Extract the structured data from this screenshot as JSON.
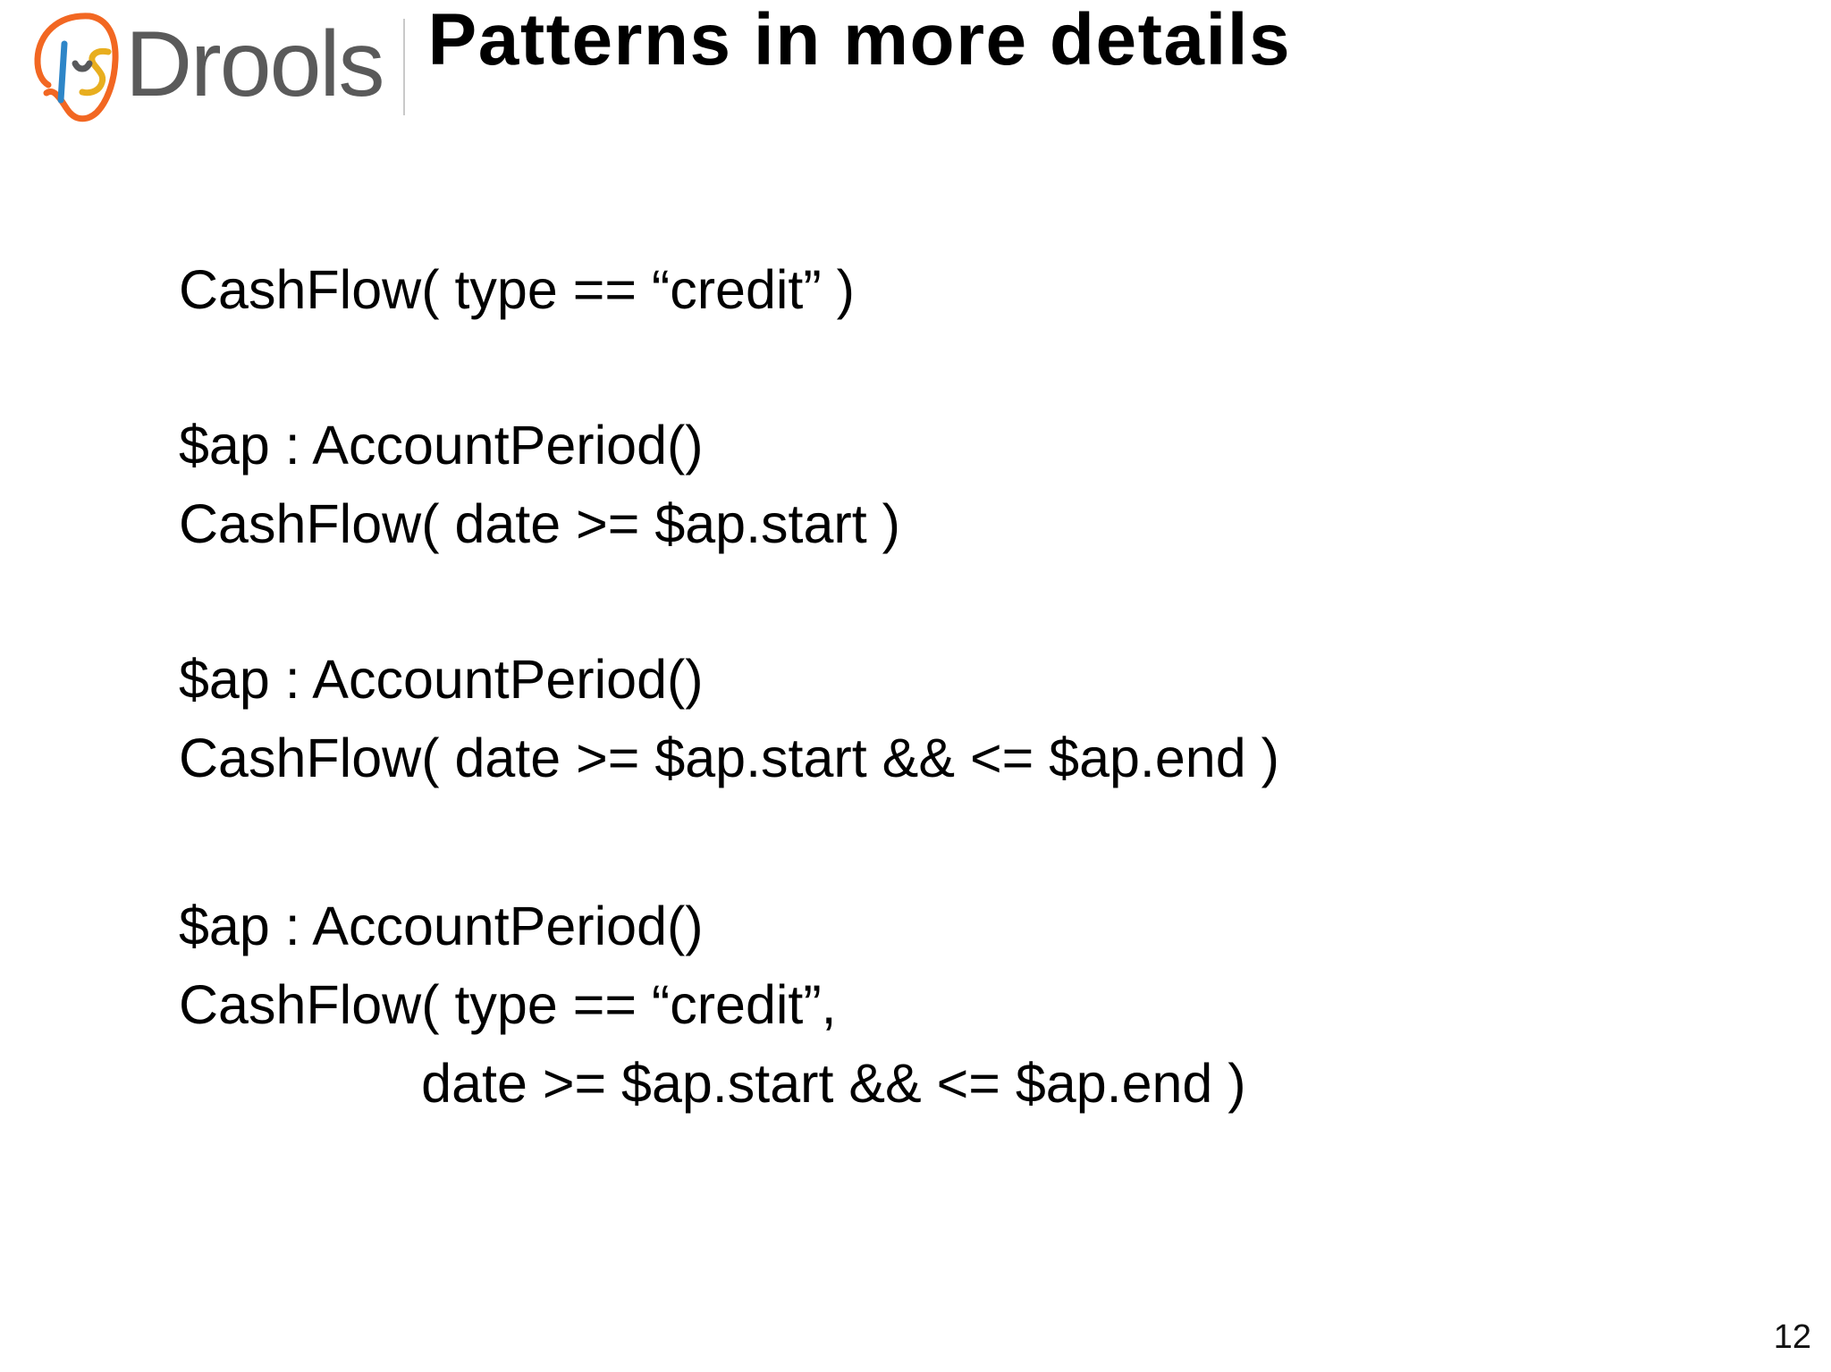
{
  "brand": {
    "logo_icon": "drools-face-logo-icon",
    "wordmark": "Drools",
    "colors": {
      "outline_orange": "#F26722",
      "stroke_blue": "#2E86C8",
      "stroke_yellow": "#E8AE1F",
      "eye_gray": "#58595B",
      "wordmark_gray": "#5A5A5A"
    }
  },
  "header": {
    "title": "Patterns in more details"
  },
  "main": {
    "blocks": [
      {
        "id": "block-1",
        "lines": [
          "CashFlow( type == “credit” )"
        ]
      },
      {
        "id": "block-2",
        "lines": [
          "$ap : AccountPeriod()",
          "CashFlow( date >= $ap.start )"
        ]
      },
      {
        "id": "block-3",
        "lines": [
          "$ap : AccountPeriod()",
          "CashFlow( date >= $ap.start && <= $ap.end )"
        ]
      },
      {
        "id": "block-4",
        "lines": [
          "$ap : AccountPeriod()",
          "CashFlow( type == “credit”,",
          "                date >= $ap.start && <= $ap.end )"
        ]
      }
    ]
  },
  "footer": {
    "page_number": "12"
  }
}
